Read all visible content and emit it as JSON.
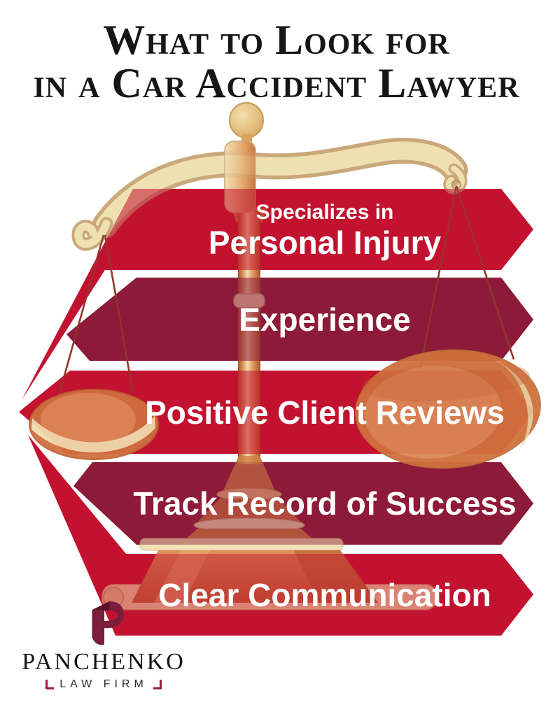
{
  "title": {
    "line1": "What to Look for",
    "line2": "in a Car Accident Lawyer"
  },
  "banners": [
    {
      "name": "specializes-personal-injury",
      "line1": "Specializes in",
      "line2": "Personal Injury",
      "color": "#C2122F"
    },
    {
      "name": "experience",
      "label": "Experience",
      "color": "#8D1A38"
    },
    {
      "name": "positive-client-reviews",
      "label": "Positive Client Reviews",
      "color": "#C2122F"
    },
    {
      "name": "track-record-of-success",
      "label": "Track Record of Success",
      "color": "#8D1A38"
    },
    {
      "name": "clear-communication",
      "label": "Clear Communication",
      "color": "#C2122F"
    }
  ],
  "logo": {
    "monogram": "P",
    "name": "PANCHENKO",
    "tagline": "LAW FIRM"
  },
  "illustration": {
    "name": "scales-of-justice",
    "description": "golden balance scale with two hanging pans behind the banners"
  },
  "colors": {
    "background": "#FFFFFF",
    "banner_red": "#C2122F",
    "banner_maroon": "#8D1A38",
    "banner_text": "#FFFFFF",
    "title_text": "#161616",
    "gold_cream": "#EFE0B2",
    "gold_outline": "#C9A87A",
    "brass_orange": "#D98A52",
    "brass_dark": "#A8542A",
    "pan_orange": "#D0713E",
    "logo_maroon": "#7B1E3B",
    "logo_bracket": "#9B2038"
  }
}
